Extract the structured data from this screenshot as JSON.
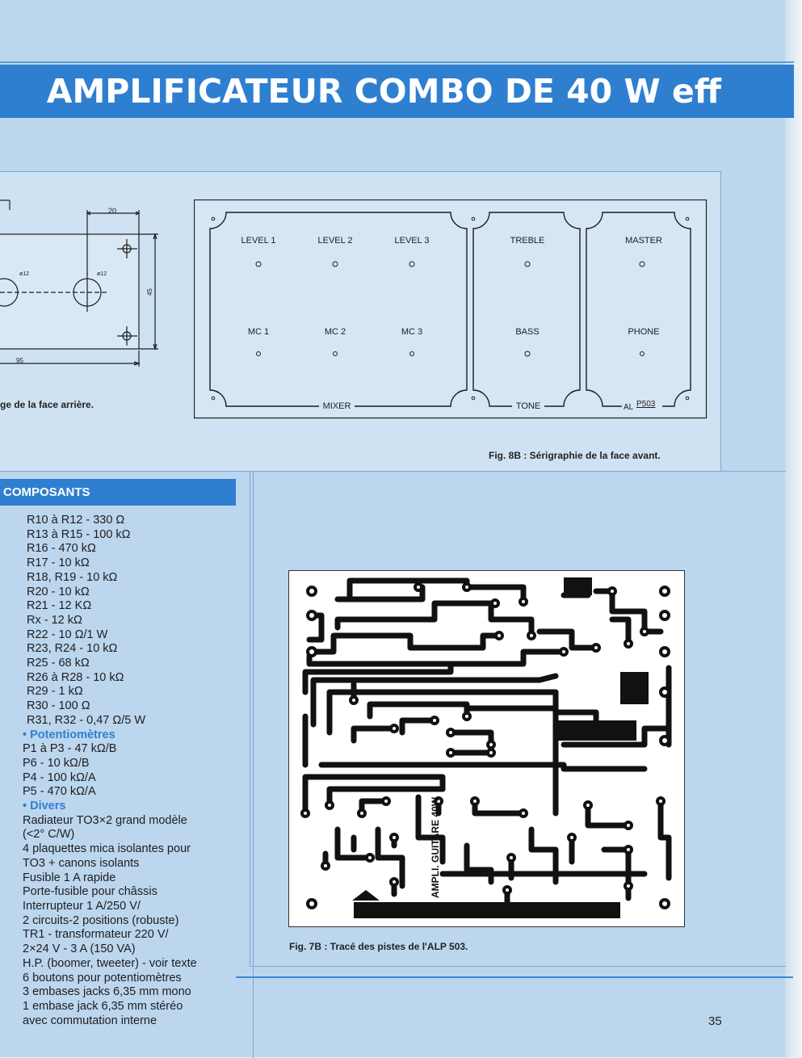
{
  "header": {
    "title": "AMPLIFICATEUR COMBO DE 40 W eff"
  },
  "rear_panel_drawing": {
    "dims": {
      "width_top": "20",
      "hole_left": "ø12",
      "hole_right": "ø12",
      "height": "45",
      "width_bottom": "95"
    },
    "caption": "ge de la face arrière."
  },
  "front_panel_silkscreen": {
    "mixer": {
      "labels_top": [
        "LEVEL 1",
        "LEVEL 2",
        "LEVEL 3"
      ],
      "labels_bottom": [
        "MC 1",
        "MC 2",
        "MC 3"
      ],
      "group_label": "MIXER"
    },
    "tone": {
      "label_top": "TREBLE",
      "label_bottom": "BASS",
      "group_label": "TONE"
    },
    "master": {
      "label_top": "MASTER",
      "label_bottom": "PHONE",
      "group_label_prefix": "AL",
      "group_label_code": "P503"
    },
    "caption": "Fig. 8B : Sérigraphie de la face avant."
  },
  "components": {
    "header": "COMPOSANTS",
    "resistors": [
      "R10 à R12 - 330 Ω",
      "R13 à R15 - 100 kΩ",
      "R16 - 470 kΩ",
      "R17 - 10 kΩ",
      "R18, R19 - 10 kΩ",
      "R20 - 10 kΩ",
      "R21 - 12 KΩ",
      "Rx - 12 kΩ",
      "R22 - 10 Ω/1 W",
      "R23, R24 - 10 kΩ",
      "R25 - 68 kΩ",
      "R26 à R28 - 10 kΩ",
      "R29 - 1 kΩ",
      "R30 - 100 Ω",
      "R31, R32 - 0,47 Ω/5 W"
    ],
    "pot_title": "• Potentiomètres",
    "pots": [
      "P1 à P3 - 47 kΩ/B",
      "P6 - 10 kΩ/B",
      "P4 - 100 kΩ/A",
      "P5 - 470 kΩ/A"
    ],
    "divers_title": "• Divers",
    "divers": [
      "Radiateur TO3×2 grand modèle",
      "(<2° C/W)",
      "4 plaquettes mica isolantes pour",
      "TO3 + canons isolants",
      "Fusible 1 A rapide",
      "Porte-fusible pour châssis",
      "Interrupteur 1 A/250 V/",
      "2 circuits-2 positions (robuste)",
      "TR1 - transformateur 220 V/",
      "2×24 V - 3 A (150 VA)",
      "H.P. (boomer, tweeter) - voir texte",
      "6 boutons pour potentiomètres",
      "3 embases jacks 6,35 mm mono",
      "1 embase jack 6,35 mm stéréo",
      "avec commutation interne"
    ]
  },
  "pcb": {
    "board_text": "AMPLI. GUITARE 40W",
    "caption": "Fig. 7B : Tracé des pistes de l'ALP 503."
  },
  "footer": {
    "page_number": "35"
  }
}
